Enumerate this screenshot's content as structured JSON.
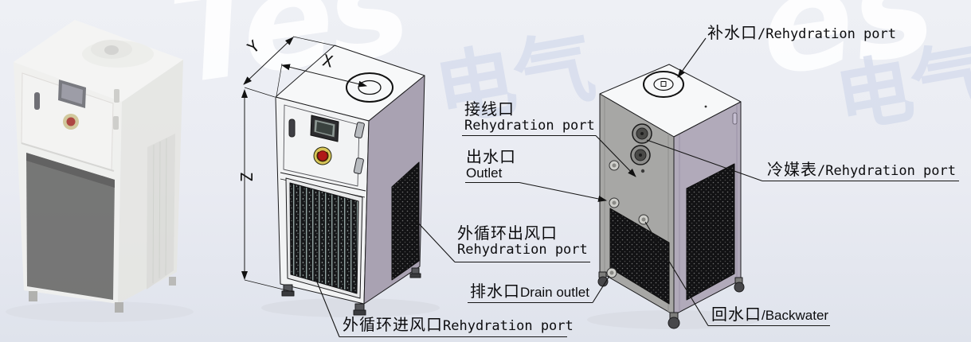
{
  "title_context": "industrial chiller three-view technical diagram",
  "watermark": {
    "latin_left": "Tes",
    "latin_right": "es",
    "cjk": "电气"
  },
  "dimensions": {
    "x": "X",
    "y": "Y",
    "z": "Z"
  },
  "callouts": {
    "refill": {
      "zh": "补水口",
      "en": "/Rehydration port"
    },
    "wiring": {
      "zh": "接线口",
      "en": "Rehydration port"
    },
    "outlet": {
      "zh": "出水口",
      "en": "Outlet"
    },
    "gauge": {
      "zh": "冷媒表",
      "en": "/Rehydration port"
    },
    "ext_out": {
      "zh": "外循环出风口",
      "en": "Rehydration port"
    },
    "drain": {
      "zh": "排水口",
      "en": "Drain outlet"
    },
    "ext_in": {
      "zh": "外循环进风口",
      "en": "Rehydration port"
    },
    "backwater": {
      "zh": "回水口",
      "en": "/Backwater"
    }
  },
  "colors": {
    "line": "#1c1c1e",
    "side_panel_purple": "#a9a2b2",
    "rear_panel_gray": "#a7a7a5",
    "grille_dark": "#17181a",
    "estop_red": "#b01818",
    "estop_ring_yellow": "#d8c659",
    "background": "#e9ebf2",
    "watermark_blue": "#d4dbec"
  }
}
